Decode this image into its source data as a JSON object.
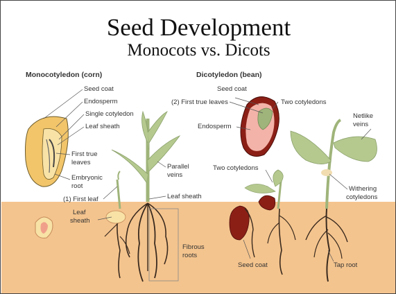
{
  "title": "Seed Development",
  "subtitle": "Monocots vs. Dicots",
  "monocot": {
    "heading": "Monocotyledon (corn)",
    "labels": {
      "seed_coat": "Seed coat",
      "endosperm": "Endosperm",
      "single_cotyledon": "Single cotyledon",
      "leaf_sheath_top": "Leaf sheath",
      "first_true": "First true",
      "leaves": "leaves",
      "embryonic": "Embryonic",
      "root": "root",
      "first_leaf": "(1) First leaf",
      "leaf": "Leaf",
      "sheath": "sheath",
      "parallel": "Parallel",
      "veins": "veins",
      "leaf_sheath_right": "Leaf sheath",
      "fibrous": "Fibrous",
      "roots": "roots"
    }
  },
  "dicot": {
    "heading": "Dicotyledon (bean)",
    "labels": {
      "seed_coat": "Seed coat",
      "first_true_leaves": "(2) First true leaves",
      "two_cotyledons_top": "Two cotyledons",
      "endosperm": "Endosperm",
      "two_cotyledons_mid": "Two cotyledons",
      "netlike": "Netlike",
      "veins": "veins",
      "withering": "Withering",
      "cotyledons": "cotyledons",
      "seed_coat_bottom": "Seed coat",
      "tap_root": "Tap root"
    }
  },
  "colors": {
    "soil": "#f4c48e",
    "leaf": "#b5c98f",
    "stem": "#9fb47a",
    "root": "#3a2a1e",
    "corn_kernel": "#f2c56a",
    "bean_coat": "#8b1f16",
    "bean_inner": "#f3b3a8"
  }
}
